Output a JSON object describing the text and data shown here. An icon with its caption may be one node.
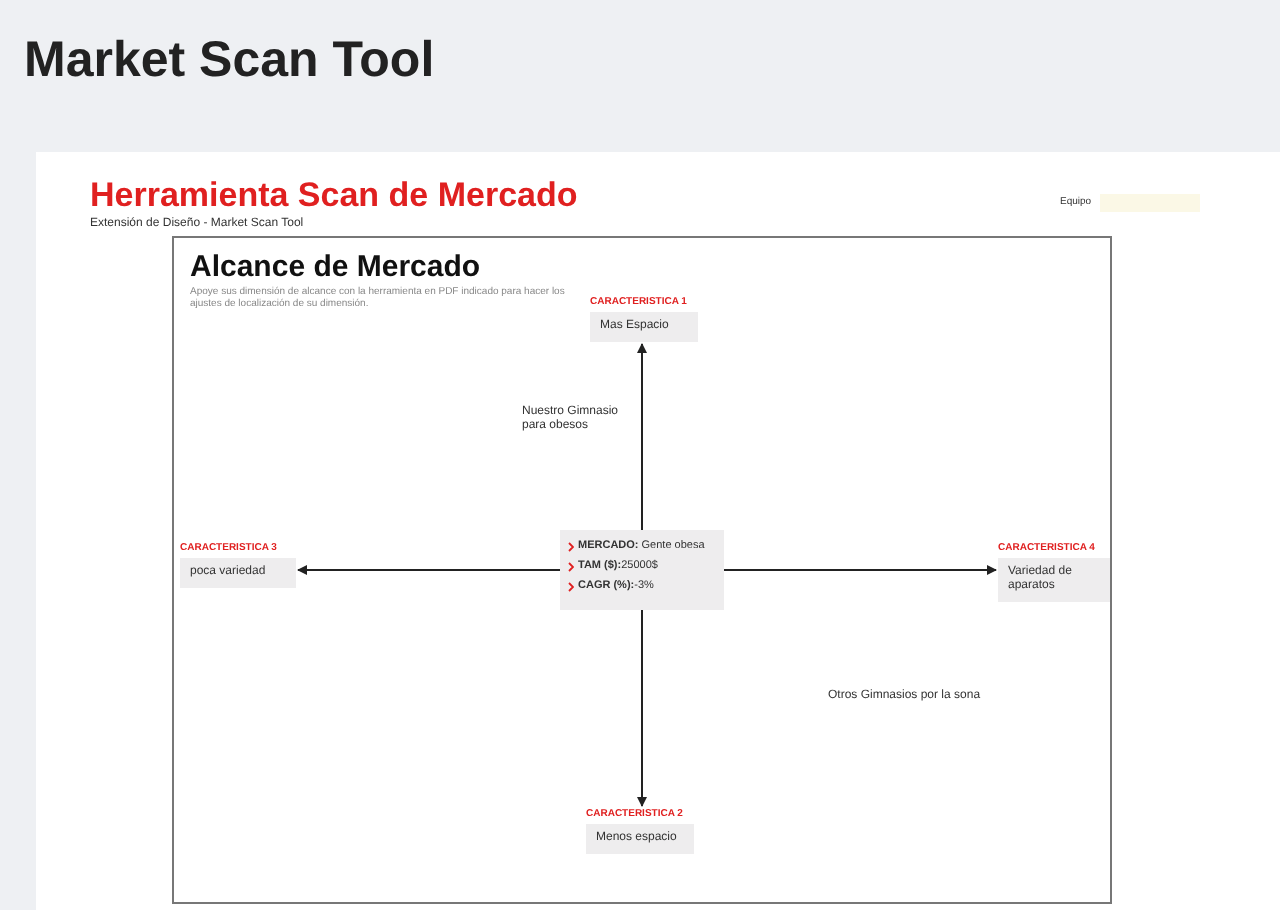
{
  "diagram": {
    "title": "Market Scan Tool",
    "nodes": [
      {
        "text": [
          "Alcance de Mercado",
          "Apoye sus dimensión de alcance con la herramienta en PDF indicado para hacer los ajustes de localización de su dimensión."
        ]
      },
      {
        "text": [
          "CARACTERISTICA 1",
          "Mas Espacio"
        ],
        "in": 0
      },
      {
        "text": [
          "CARACTERISTICA 3",
          "poca variedad"
        ],
        "in": 0
      },
      {
        "text": [
          "**MERCADO:** Gente obesa",
          "**TAM ($):**25000$",
          "**CAGR (%):**-3%"
        ],
        "in": 0
      },
      {
        "text": [
          "CARACTERISTICA 4",
          "Variedad de aparatos"
        ],
        "in": 0
      },
      {
        "text": [
          "CARACTERISTICA 2",
          "Menos espacio"
        ],
        "in": 0
      }
    ],
    "edges": [
      {
        "from": 3,
        "to": 1,
        "arrow": "to"
      },
      {
        "from": 3,
        "to": 2,
        "arrow": "to"
      },
      {
        "from": 3,
        "to": 4,
        "arrow": "to"
      },
      {
        "from": 3,
        "to": 5,
        "arrow": "to"
      }
    ],
    "labels": [
      "Herramienta Scan de Mercado",
      "Extensión de Diseño - Market Scan Tool",
      "Equipo",
      "Nuestro Gimnasio para obesos",
      "Otros Gimnasios por la sona"
    ]
  }
}
